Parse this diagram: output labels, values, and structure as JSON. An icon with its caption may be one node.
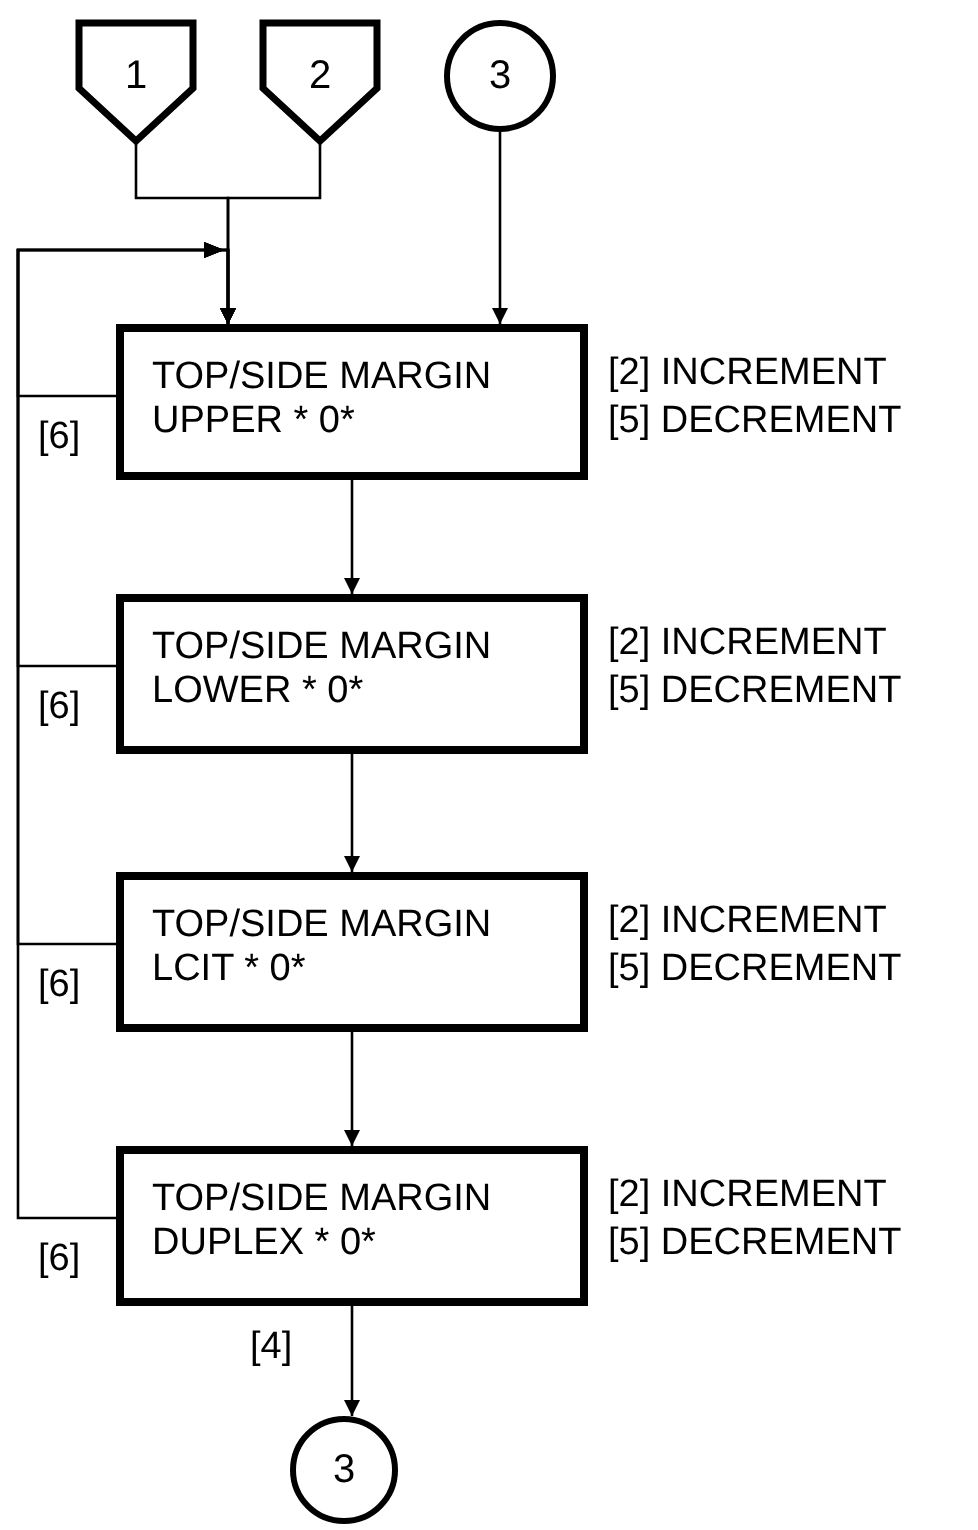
{
  "diagram": {
    "nodes": [
      {
        "text": [
          "1"
        ]
      },
      {
        "text": [
          "2"
        ]
      },
      {
        "text": [
          "3"
        ]
      },
      {
        "text": [
          "TOP/SIDE MARGIN UPPER * 0*"
        ],
        "beside": [
          "[2] INCREMENT",
          "[5] DECREMENT"
        ]
      },
      {
        "text": [
          "TOP/SIDE MARGIN LOWER * 0*"
        ],
        "beside": [
          "[2] INCREMENT",
          "[5] DECREMENT"
        ]
      },
      {
        "text": [
          "TOP/SIDE MARGIN LCIT * 0*"
        ],
        "beside": [
          "[2] INCREMENT",
          "[5] DECREMENT"
        ]
      },
      {
        "text": [
          "TOP/SIDE MARGIN DUPLEX * 0*"
        ],
        "beside": [
          "[2] INCREMENT",
          "[5] DECREMENT"
        ]
      },
      {
        "text": [
          "3"
        ]
      }
    ],
    "edges": [
      {
        "from": 0,
        "to": 3,
        "arrow": "to"
      },
      {
        "from": 1,
        "to": 3,
        "arrow": "to"
      },
      {
        "from": 2,
        "to": 3,
        "arrow": "to"
      },
      {
        "from": 3,
        "to": 4,
        "arrow": "to"
      },
      {
        "from": 4,
        "to": 5,
        "arrow": "to"
      },
      {
        "from": 5,
        "to": 6,
        "arrow": "to"
      },
      {
        "from": 3,
        "to": 3,
        "label": "[6]",
        "arrow": "to"
      },
      {
        "from": 4,
        "to": 3,
        "label": "[6]",
        "arrow": "to"
      },
      {
        "from": 5,
        "to": 3,
        "label": "[6]",
        "arrow": "to"
      },
      {
        "from": 6,
        "to": 3,
        "label": "[6]",
        "arrow": "to"
      },
      {
        "from": 6,
        "to": 7,
        "label": "[4]",
        "arrow": "to"
      }
    ]
  }
}
